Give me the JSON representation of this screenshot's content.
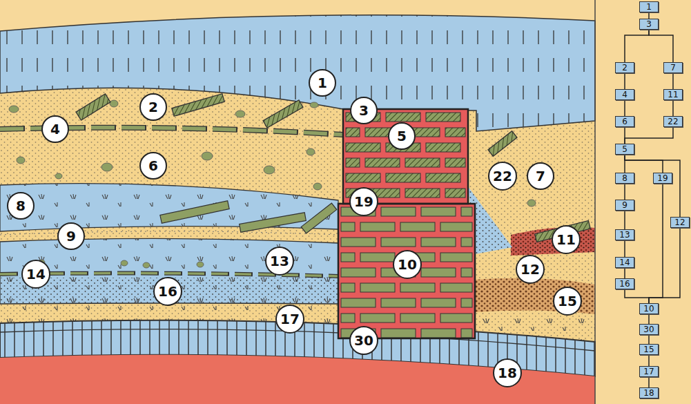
{
  "diagram": {
    "nodes": [
      {
        "text": [
          "1"
        ]
      },
      {
        "text": [
          "2"
        ]
      },
      {
        "text": [
          "3"
        ]
      },
      {
        "text": [
          "4"
        ]
      },
      {
        "text": [
          "5"
        ]
      },
      {
        "text": [
          "6"
        ]
      },
      {
        "text": [
          "22"
        ]
      },
      {
        "text": [
          "7"
        ]
      },
      {
        "text": [
          "8"
        ]
      },
      {
        "text": [
          "19"
        ]
      },
      {
        "text": [
          "9"
        ]
      },
      {
        "text": [
          "11"
        ]
      },
      {
        "text": [
          "13"
        ]
      },
      {
        "text": [
          "10"
        ]
      },
      {
        "text": [
          "12"
        ]
      },
      {
        "text": [
          "14"
        ]
      },
      {
        "text": [
          "16"
        ]
      },
      {
        "text": [
          "15"
        ]
      },
      {
        "text": [
          "17"
        ]
      },
      {
        "text": [
          "30"
        ]
      },
      {
        "text": [
          "18"
        ]
      },
      {
        "text": [
          "1"
        ]
      },
      {
        "text": [
          "3"
        ]
      },
      {
        "text": [
          "2"
        ]
      },
      {
        "text": [
          "7"
        ]
      },
      {
        "text": [
          "4"
        ]
      },
      {
        "text": [
          "11"
        ]
      },
      {
        "text": [
          "6"
        ]
      },
      {
        "text": [
          "22"
        ]
      },
      {
        "text": [
          "5"
        ]
      },
      {
        "text": [
          "8"
        ]
      },
      {
        "text": [
          "19"
        ]
      },
      {
        "text": [
          "9"
        ]
      },
      {
        "text": [
          "12"
        ]
      },
      {
        "text": [
          "13"
        ]
      },
      {
        "text": [
          "14"
        ]
      },
      {
        "text": [
          "16"
        ]
      },
      {
        "text": [
          "10"
        ]
      },
      {
        "text": [
          "30"
        ]
      },
      {
        "text": [
          "15"
        ]
      },
      {
        "text": [
          "17"
        ]
      },
      {
        "text": [
          "18"
        ]
      }
    ],
    "edges": [
      {
        "from": 21,
        "to": 22,
        "arrow": "none"
      },
      {
        "from": 22,
        "to": 23,
        "arrow": "none"
      },
      {
        "from": 22,
        "to": 24,
        "arrow": "none"
      },
      {
        "from": 23,
        "to": 25,
        "arrow": "none"
      },
      {
        "from": 25,
        "to": 27,
        "arrow": "none"
      },
      {
        "from": 27,
        "to": 29,
        "arrow": "none"
      },
      {
        "from": 24,
        "to": 26,
        "arrow": "none"
      },
      {
        "from": 26,
        "to": 28,
        "arrow": "none"
      },
      {
        "from": 28,
        "to": 29,
        "arrow": "none"
      },
      {
        "from": 29,
        "to": 30,
        "arrow": "none"
      },
      {
        "from": 29,
        "to": 31,
        "arrow": "none"
      },
      {
        "from": 29,
        "to": 33,
        "arrow": "none"
      },
      {
        "from": 30,
        "to": 32,
        "arrow": "none"
      },
      {
        "from": 32,
        "to": 34,
        "arrow": "none"
      },
      {
        "from": 34,
        "to": 35,
        "arrow": "none"
      },
      {
        "from": 35,
        "to": 36,
        "arrow": "none"
      },
      {
        "from": 36,
        "to": 37,
        "arrow": "none"
      },
      {
        "from": 31,
        "to": 37,
        "arrow": "none"
      },
      {
        "from": 33,
        "to": 37,
        "arrow": "none"
      },
      {
        "from": 37,
        "to": 38,
        "arrow": "none"
      },
      {
        "from": 38,
        "to": 39,
        "arrow": "none"
      },
      {
        "from": 39,
        "to": 40,
        "arrow": "none"
      },
      {
        "from": 40,
        "to": 41,
        "arrow": "none"
      }
    ]
  }
}
